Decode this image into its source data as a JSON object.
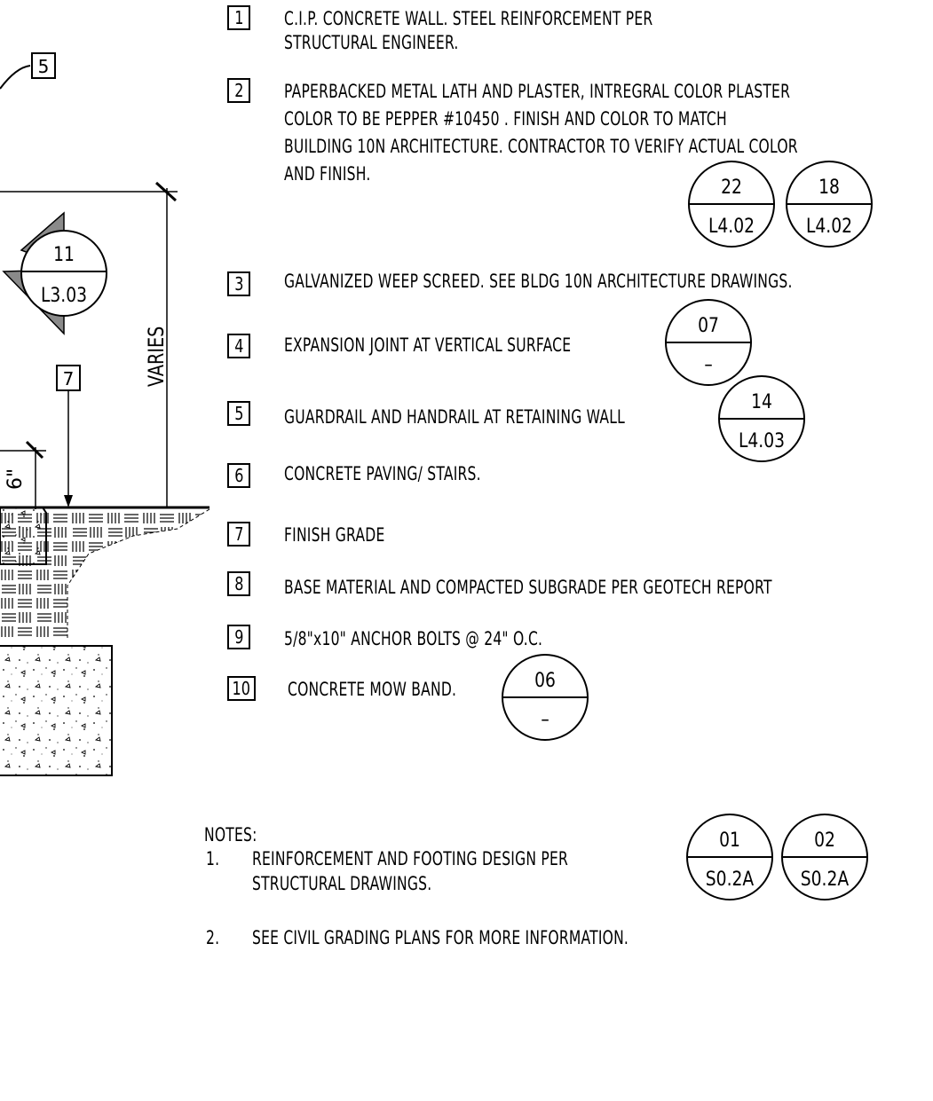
{
  "keynotes": [
    {
      "num": "1",
      "lines": [
        "C.I.P. CONCRETE WALL. STEEL REINFORCEMENT PER",
        "STRUCTURAL ENGINEER."
      ]
    },
    {
      "num": "2",
      "lines": [
        "PAPERBACKED METAL LATH AND PLASTER, INTREGRAL COLOR PLASTER",
        "COLOR TO BE PEPPER #10450 . FINISH AND COLOR TO MATCH",
        "BUILDING 10N ARCHITECTURE. CONTRACTOR TO VERIFY ACTUAL COLOR",
        "AND FINISH."
      ]
    },
    {
      "num": "3",
      "lines": [
        "GALVANIZED WEEP SCREED. SEE BLDG 10N ARCHITECTURE DRAWINGS."
      ]
    },
    {
      "num": "4",
      "lines": [
        "EXPANSION JOINT AT VERTICAL SURFACE"
      ]
    },
    {
      "num": "5",
      "lines": [
        "GUARDRAIL AND HANDRAIL AT RETAINING WALL"
      ]
    },
    {
      "num": "6",
      "lines": [
        "CONCRETE PAVING/ STAIRS."
      ]
    },
    {
      "num": "7",
      "lines": [
        "FINISH GRADE"
      ]
    },
    {
      "num": "8",
      "lines": [
        "BASE MATERIAL AND COMPACTED SUBGRADE PER GEOTECH REPORT"
      ]
    },
    {
      "num": "9",
      "lines": [
        "5/8\"x10\" ANCHOR BOLTS @ 24\" O.C."
      ]
    },
    {
      "num": "10",
      "lines": [
        "CONCRETE MOW BAND."
      ]
    }
  ],
  "detail_refs": [
    {
      "top": "22",
      "bottom": "L4.02"
    },
    {
      "top": "18",
      "bottom": "L4.02"
    },
    {
      "top": "07",
      "bottom": "–"
    },
    {
      "top": "14",
      "bottom": "L4.03"
    },
    {
      "top": "06",
      "bottom": "–"
    },
    {
      "top": "01",
      "bottom": "S0.2A"
    },
    {
      "top": "02",
      "bottom": "S0.2A"
    },
    {
      "top": "11",
      "bottom": "L3.03"
    }
  ],
  "notes": {
    "heading": "NOTES:",
    "items": [
      {
        "num": "1.",
        "lines": [
          "REINFORCEMENT AND FOOTING DESIGN PER",
          "STRUCTURAL DRAWINGS."
        ]
      },
      {
        "num": "2.",
        "lines": [
          "SEE CIVIL GRADING PLANS FOR MORE INFORMATION."
        ]
      }
    ]
  },
  "drawing": {
    "dim_varies": "VARIES",
    "dim_6in": "6\"",
    "tag_5": "5",
    "tag_7": "7"
  }
}
